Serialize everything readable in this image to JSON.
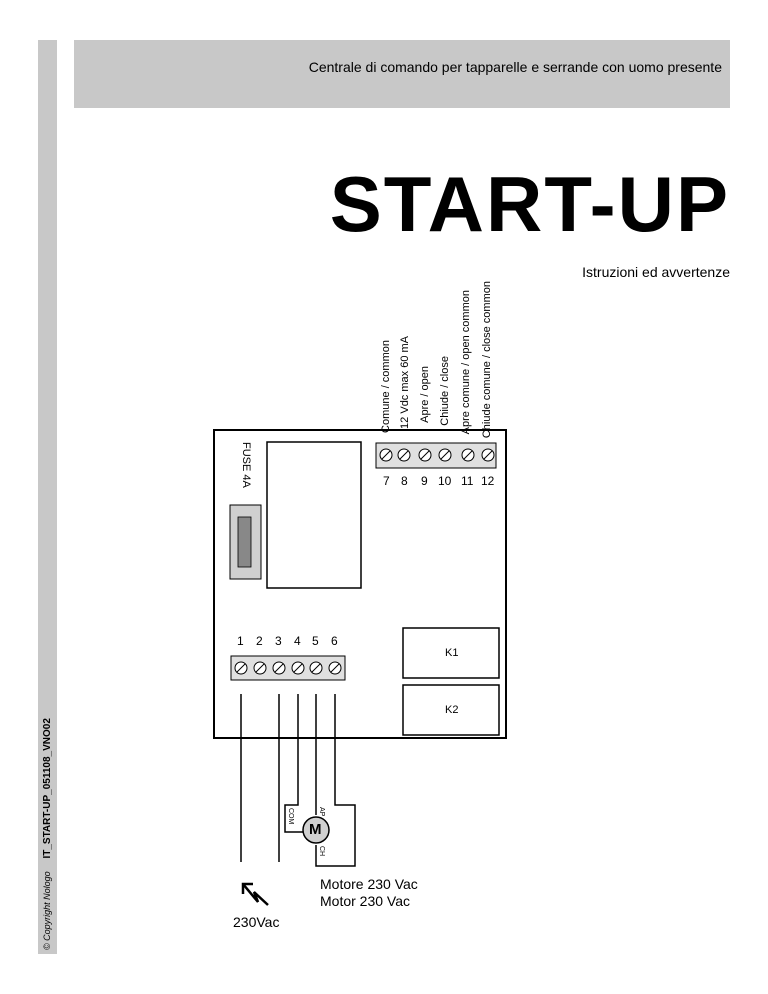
{
  "sidebar": {
    "copyright": "© Copyright Nologo",
    "doc_code": "IT_START-UP_051108_VNO02"
  },
  "header": {
    "title": "Centrale di comando per tapparelle e serrande con uomo presente"
  },
  "product": {
    "name": "START-UP",
    "subtitle": "Istruzioni ed avvertenze"
  },
  "terminal_labels": [
    "Comune / common",
    "12 Vdc  max 60 mA",
    "Apre / open",
    "Chiude / close",
    "Apre comune / open common",
    "Chiude comune / close common"
  ],
  "board": {
    "fuse_label": "FUSE 4A",
    "top_terminal_numbers": [
      "7",
      "8",
      "9",
      "10",
      "11",
      "12"
    ],
    "bottom_terminal_numbers": [
      "1",
      "2",
      "3",
      "4",
      "5",
      "6"
    ],
    "relay_1": "K1",
    "relay_2": "K2"
  },
  "motor": {
    "symbol": "M",
    "com": "COM",
    "ap": "AP",
    "ch": "CH",
    "label_it": "Motore 230 Vac",
    "label_en": "Motor 230 Vac"
  },
  "power": {
    "label": "230Vac"
  }
}
